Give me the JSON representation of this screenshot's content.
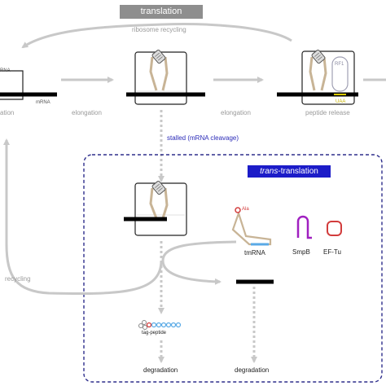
{
  "header": {
    "title": "translation",
    "recycling_top": "ribosome recycling"
  },
  "left_panel": {
    "mrna_label_top": "RNA",
    "mrna_label": "mRNA",
    "step_label": "ation"
  },
  "steps": {
    "elongation_1": "elongation",
    "elongation_2": "elongation",
    "release": "peptide release"
  },
  "factors": {
    "rf1": "RF1",
    "stop_codon": "UAA"
  },
  "stall": {
    "label": "stalled (mRNA cleavage)"
  },
  "trans_translation": {
    "title_italic": "trans",
    "title_rest": "-translation"
  },
  "components": {
    "tmrna": "tmRNA",
    "ala": "Ala",
    "smpb": "SmpB",
    "eftu": "EF-Tu"
  },
  "left_recycling": "recycling",
  "tag_peptide": "tag-peptide",
  "degradation_left": "degradation",
  "degradation_right": "degradation",
  "colors": {
    "arrow": "#c8c8c8",
    "badge_grey": "#8e8e8e",
    "badge_blue": "#1c1cc8",
    "dashed_box": "#2e2e8c",
    "trna": "#c8b496",
    "tmrna_blue": "#5aaae6",
    "smpb": "#a020c0",
    "eftu": "#d23c3c",
    "stop_codon": "#d8c800"
  }
}
